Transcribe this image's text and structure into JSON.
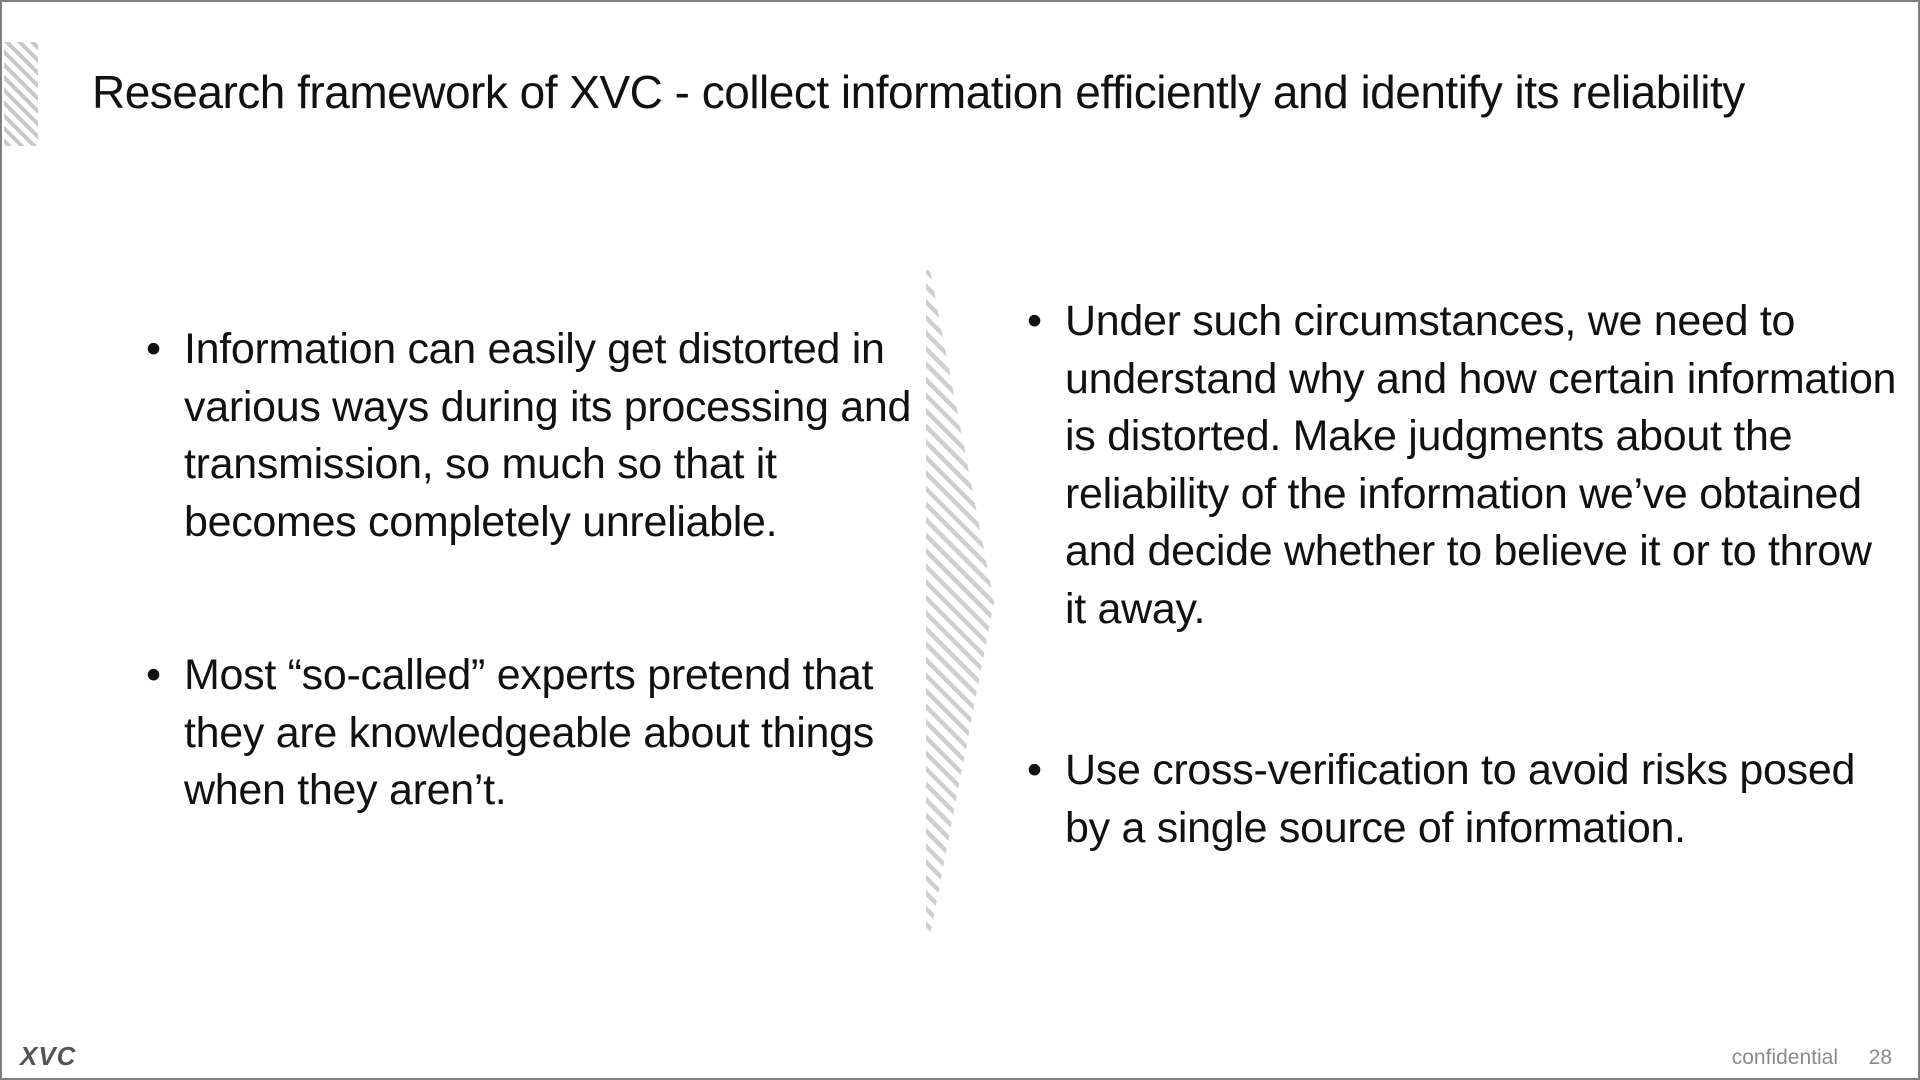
{
  "slide": {
    "title": "Research framework of XVC - collect information efficiently and identify its reliability",
    "left_column": [
      {
        "bullet": "•",
        "text": "Information can easily get distorted in various ways during its processing and transmission, so much so that it becomes completely unreliable."
      },
      {
        "bullet": "•",
        "text": "Most “so-called” experts pretend that they are knowledgeable about things when they aren’t."
      }
    ],
    "right_column": [
      {
        "bullet": "•",
        "text": "Under such circumstances, we need to understand why and how certain information is distorted. Make judgments about the reliability of the information we’ve obtained and decide whether to believe it or to throw it away."
      },
      {
        "bullet": "•",
        "text": "Use cross-verification to avoid risks posed by a single source of information."
      }
    ]
  },
  "footer": {
    "logo_text": "XVC",
    "confidential": "confidential",
    "page_number": "28"
  },
  "colors": {
    "border": "#7f7f7f",
    "hatch": "#c8c8c8",
    "text": "#111111",
    "footer_text": "#8a8a8a",
    "logo": "#555555"
  },
  "icons": {
    "title_accent": "hatched-bar",
    "divider": "hatched-chevron-arrow",
    "logo": "xvc-logo"
  }
}
